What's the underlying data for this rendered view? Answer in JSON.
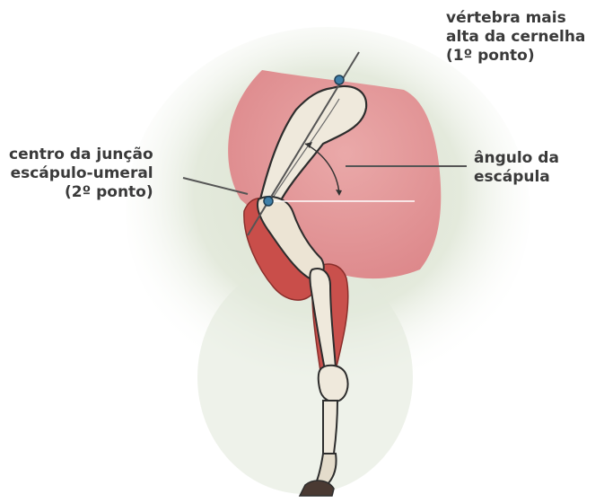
{
  "labels": {
    "vertebra": [
      "vértebra mais",
      "alta da cernelha",
      "(1º ponto)"
    ],
    "centro": [
      "centro da junção",
      "escápulo-umeral",
      "(2º ponto)"
    ],
    "angulo": [
      "ângulo da",
      "escápula"
    ]
  },
  "colors": {
    "background_wash": "#dfe6d6",
    "body_area": "#e6999b",
    "muscle": "#c94e4a",
    "bone": "#efe9dc",
    "bone_outline": "#2d2d2d",
    "line": "#555555",
    "marker": "#3f7fa8",
    "text": "#3a3a3a"
  }
}
